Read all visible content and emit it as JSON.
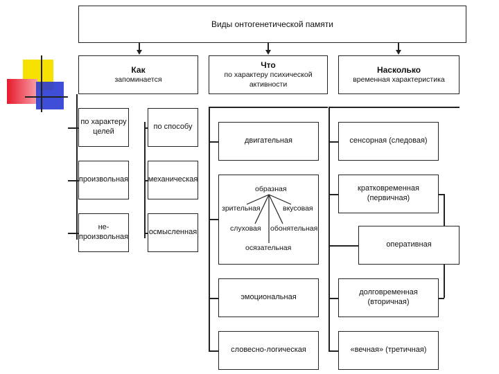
{
  "title": "Виды онтогенетической памяти",
  "columns": [
    {
      "heading": "Как",
      "sub": "запоминается"
    },
    {
      "heading": "Что",
      "sub": "по характеру психической активности"
    },
    {
      "heading": "Насколько",
      "sub": "временная характеристика"
    }
  ],
  "kak": {
    "by_goal": "по характеру целей",
    "by_method": "по способу",
    "voluntary": "произвольная",
    "mechanical": "механическая",
    "involuntary_1": "не-",
    "involuntary_2": "произвольная",
    "meaningful": "осмысленная"
  },
  "chto": {
    "motor": "двигательная",
    "figurative": "образная",
    "visual": "зрительная",
    "gustatory": "вкусовая",
    "auditory": "слуховая",
    "olfactory": "обонятельная",
    "tactile": "осязательная",
    "emotional": "эмоциональная",
    "verbal_logical": "словесно-логическая"
  },
  "naskolko": {
    "sensory": "сенсорная (следовая)",
    "short_term": "кратковременная (первичная)",
    "operative": "оперативная",
    "long_term": "долговременная (вторичная)",
    "eternal": "«вечная» (третичная)"
  },
  "colors": {
    "deco_yellow": "#f7e100",
    "deco_red": "#e8192c",
    "deco_blue": "#2a3bd1",
    "line": "#222222"
  }
}
